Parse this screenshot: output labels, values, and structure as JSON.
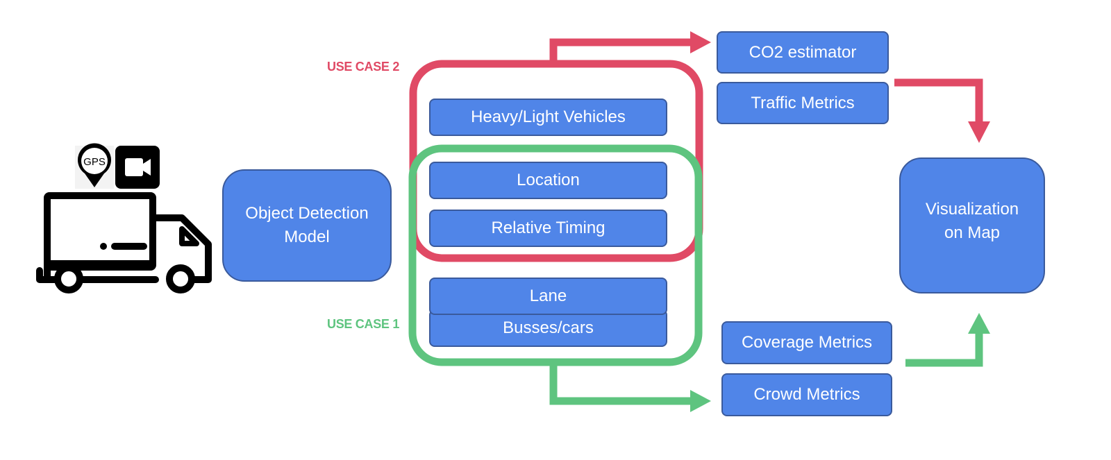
{
  "diagram": {
    "colors": {
      "box_fill": "#5085E8",
      "box_border": "#3A5A9C",
      "use_case_2": "#E04A65",
      "use_case_1": "#5EC47F",
      "icon": "#000000"
    },
    "source": {
      "icons": [
        "truck-icon",
        "gps-pin-icon",
        "video-camera-icon"
      ],
      "gps_text": "GPS"
    },
    "model_box": "Object Detection\nModel",
    "use_case_labels": {
      "uc2": "USE CASE 2",
      "uc1": "USE CASE 1"
    },
    "attributes": {
      "heavy_light": "Heavy/Light Vehicles",
      "location": "Location",
      "relative_timing": "Relative Timing",
      "lane": "Lane",
      "busses_cars": "Busses/cars"
    },
    "outputs_uc2": {
      "co2": "CO2 estimator",
      "traffic": "Traffic Metrics"
    },
    "outputs_uc1": {
      "coverage": "Coverage Metrics",
      "crowd": "Crowd Metrics"
    },
    "visualization": "Visualization\non Map"
  }
}
